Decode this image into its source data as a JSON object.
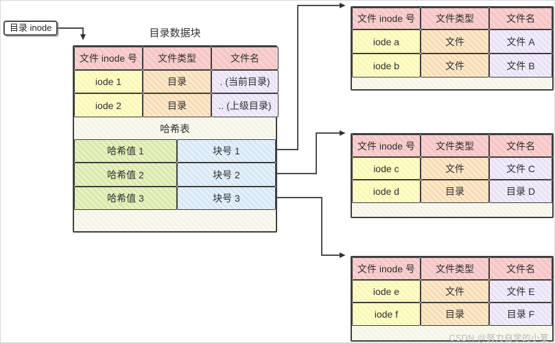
{
  "inode_label": "目录 inode",
  "main_table": {
    "title": "目录数据块",
    "headers": [
      "文件 inode 号",
      "文件类型",
      "文件名"
    ],
    "rows": [
      {
        "inode": "iode 1",
        "type": "目录",
        "name": ". (当前目录)"
      },
      {
        "inode": "iode 2",
        "type": "目录",
        "name": ".. (上级目录)"
      }
    ],
    "hash": {
      "title": "哈希表",
      "rows": [
        {
          "value": "哈希值 1",
          "block": "块号 1"
        },
        {
          "value": "哈希值 2",
          "block": "块号 2"
        },
        {
          "value": "哈希值 3",
          "block": "块号 3"
        }
      ]
    }
  },
  "block_tables": [
    {
      "headers": [
        "文件 inode 号",
        "文件类型",
        "文件名"
      ],
      "rows": [
        {
          "inode": "iode a",
          "type": "文件",
          "name": "文件 A"
        },
        {
          "inode": "iode b",
          "type": "文件",
          "name": "文件 B"
        }
      ]
    },
    {
      "headers": [
        "文件 inode 号",
        "文件类型",
        "文件名"
      ],
      "rows": [
        {
          "inode": "iode c",
          "type": "文件",
          "name": "文件 C"
        },
        {
          "inode": "iode d",
          "type": "目录",
          "name": "目录 D"
        }
      ]
    },
    {
      "headers": [
        "文件 inode 号",
        "文件类型",
        "文件名"
      ],
      "rows": [
        {
          "inode": "iode e",
          "type": "文件",
          "name": "文件 E"
        },
        {
          "inode": "iode f",
          "type": "目录",
          "name": "目录 F"
        }
      ]
    }
  ],
  "watermark": "CSDN @努力自学的小夏",
  "colors": {
    "header_pink": "#f6c6c6",
    "inode_yellow": "#fbf9b0",
    "type_orange": "#f8dcb2",
    "name_purple": "#e9e1f6",
    "hash_green": "#d9e9a8",
    "block_blue": "#d5e7f6",
    "empty_cream": "#f6f4e6",
    "line": "#2f2f2f"
  }
}
